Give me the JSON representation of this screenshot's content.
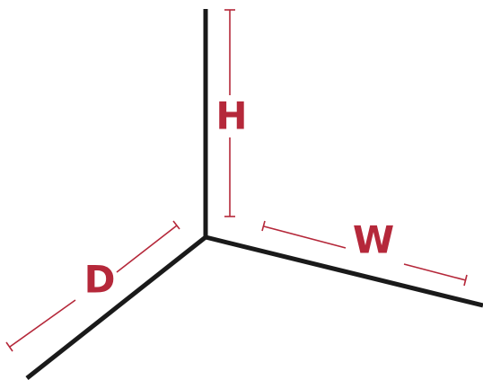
{
  "labels": {
    "height": "H",
    "width": "W",
    "depth": "D"
  },
  "colors": {
    "axis": "#1a1a1a",
    "dimension": "#b5283a",
    "background": "#ffffff"
  }
}
